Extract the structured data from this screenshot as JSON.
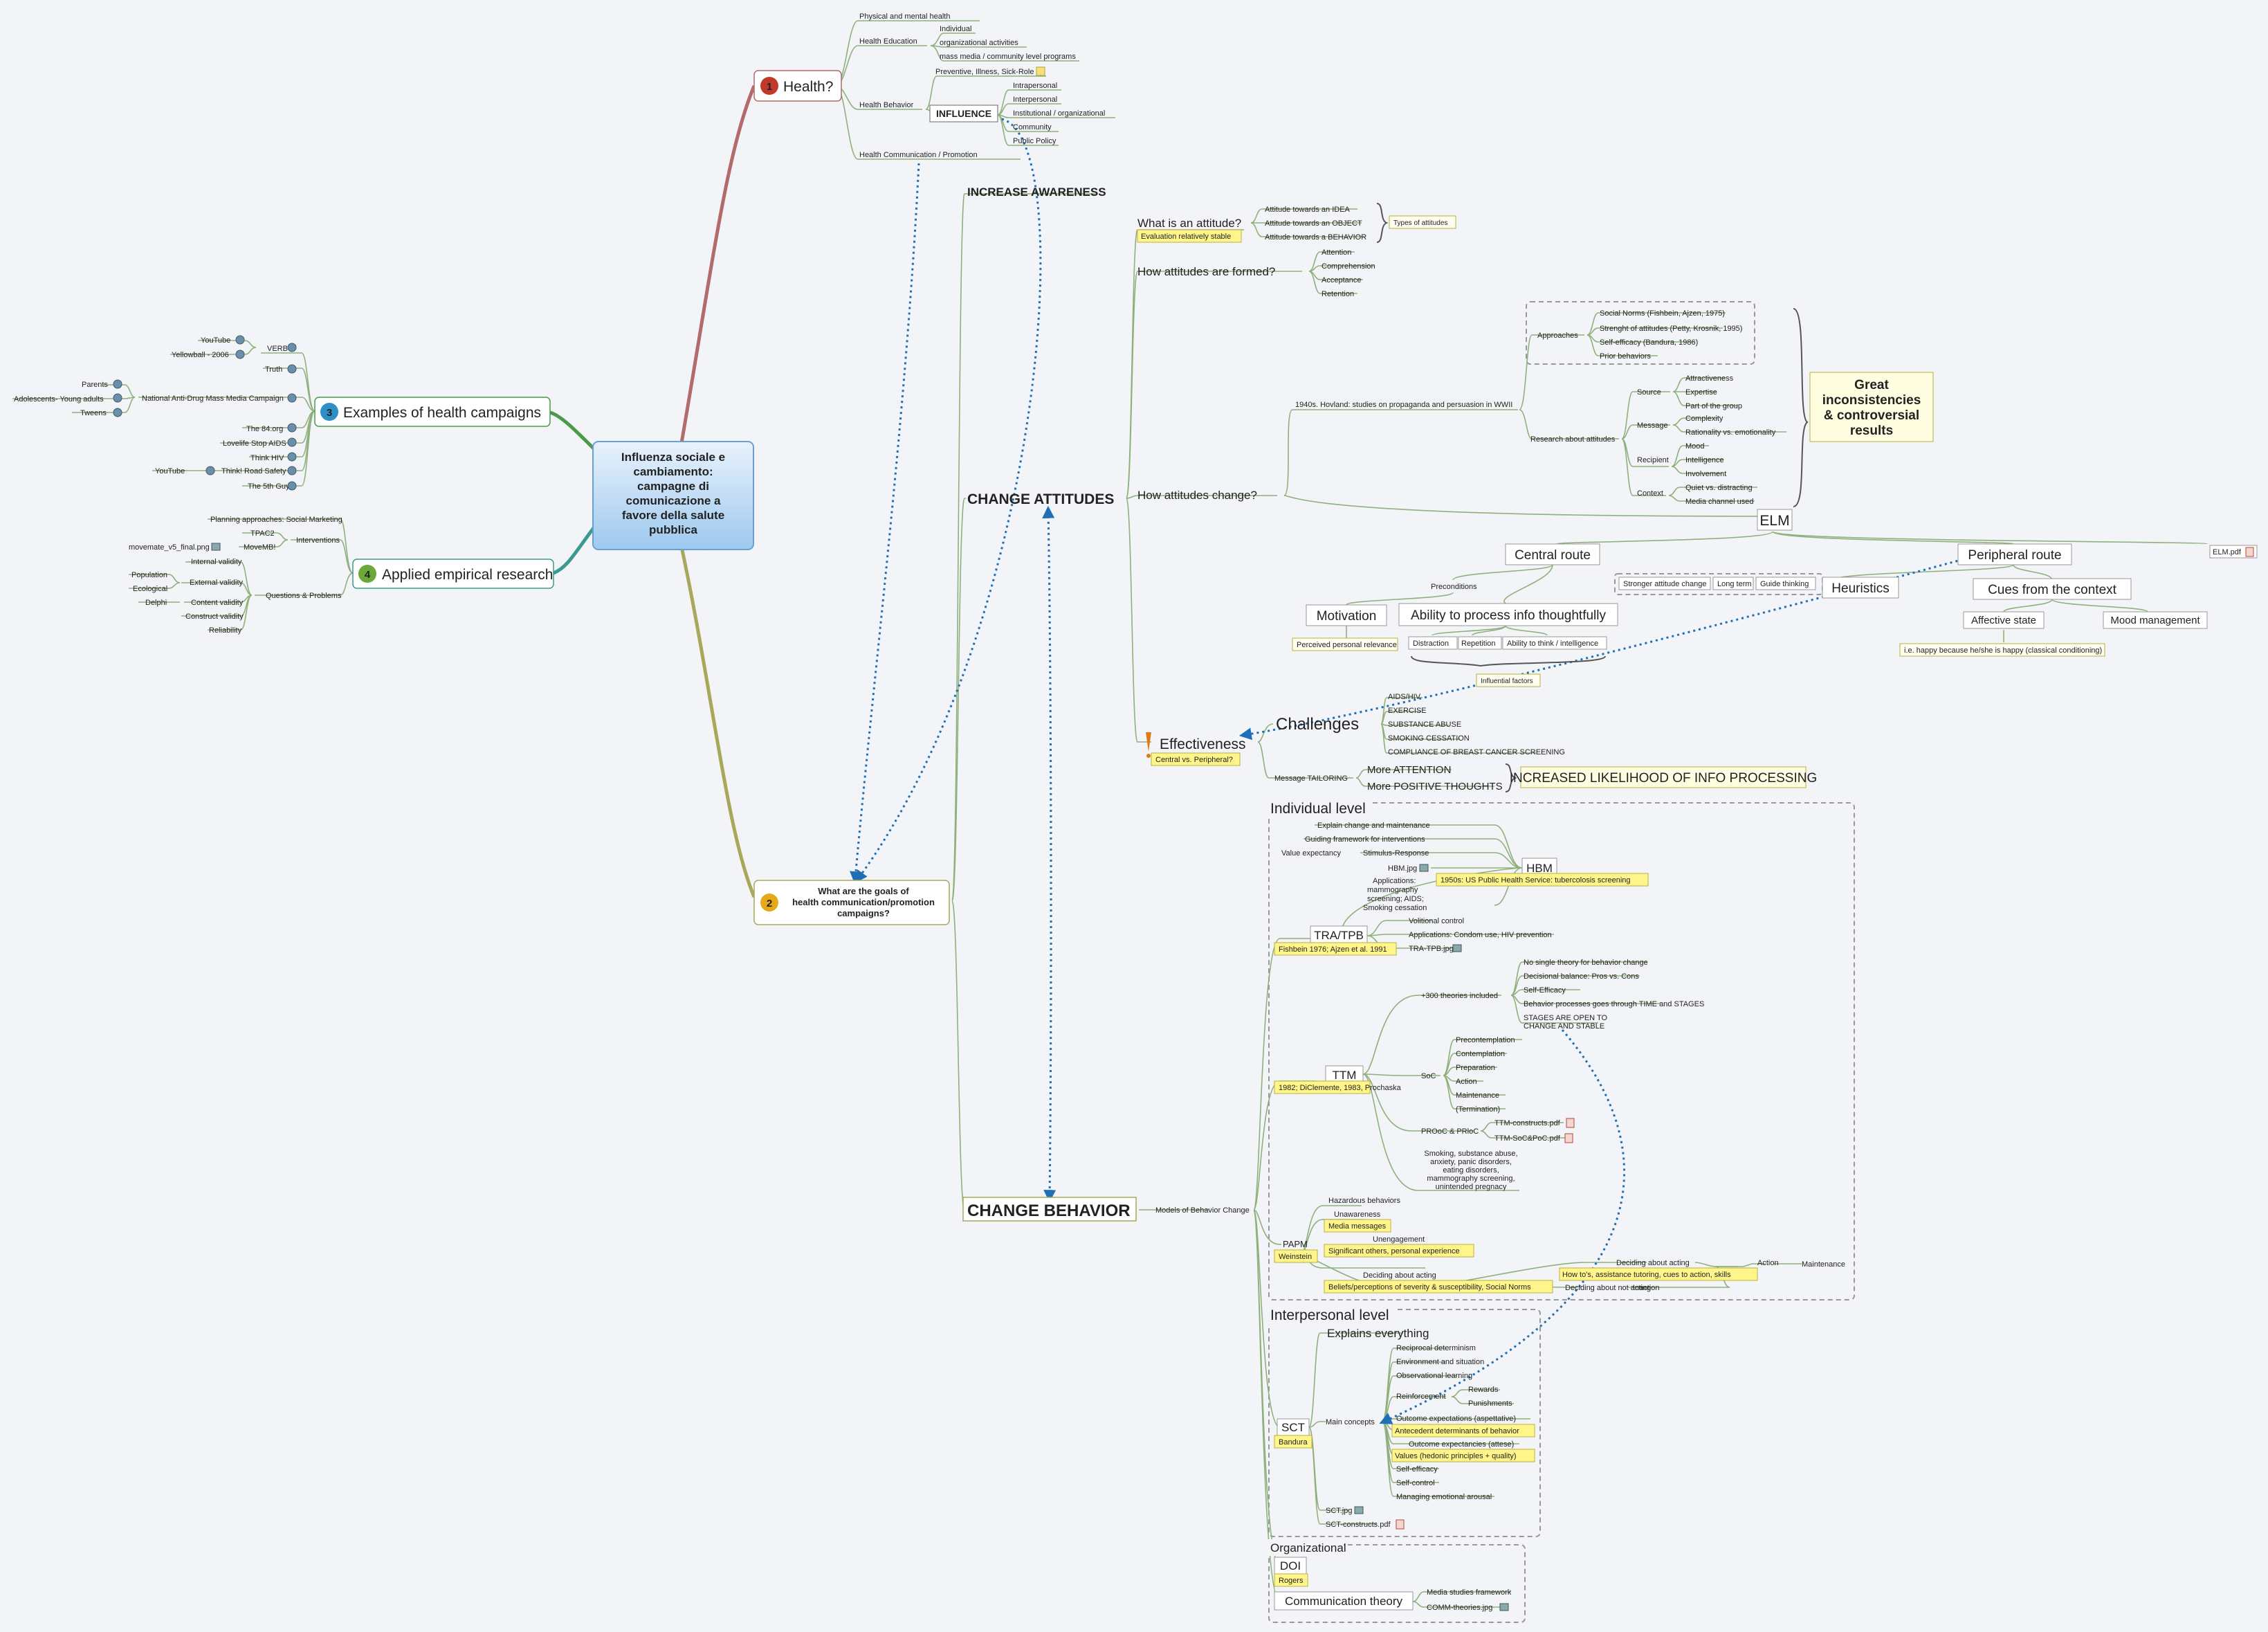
{
  "central": {
    "lines": [
      "Influenza sociale e",
      "cambiamento:",
      "campagne di",
      "comunicazione a",
      "favore della salute",
      "pubblica"
    ]
  },
  "health": {
    "badge": "1",
    "title": "Health?",
    "items": [
      "Physical and mental health",
      "Health Education",
      "Health Behavior",
      "Health Communication / Promotion"
    ],
    "education": [
      "Individual",
      "organizational activities",
      "mass media / community level programs"
    ],
    "behavior_note": "Preventive, Illness, Sick-Role",
    "influence": "INFLUENCE",
    "influence_items": [
      "Intrapersonal",
      "Interpersonal",
      "Institutional / organizational",
      "Community",
      "Public Policy"
    ]
  },
  "examples": {
    "badge": "3",
    "title": "Examples of health campaigns",
    "verb": "VERB",
    "verb_items": [
      "YouTube",
      "Yellowball - 2006"
    ],
    "truth": "Truth",
    "nadmc": "National Anti-Drug Mass Media Campaign",
    "nadmc_items": [
      "Parents",
      "Adolescents- Young adults",
      "Tweens"
    ],
    "others": [
      "The 84.org",
      "Lovelife Stop AIDS",
      "Think HIV",
      "Think! Road Safety",
      "The 5th Guy"
    ],
    "road_youtube": "YouTube"
  },
  "applied": {
    "badge": "4",
    "title": "Applied empirical research",
    "planning": "Planning approaches: Social Marketing",
    "interventions": "Interventions",
    "interventions_items": [
      "TPAC2",
      "MoveMB!"
    ],
    "movemate": "movemate_v5_final.png",
    "questions": "Questions & Problems",
    "q_items": [
      "Internal validity",
      "External validity",
      "Content validity",
      "Construct validity",
      "Reliability"
    ],
    "external_items": [
      "Population",
      "Ecological"
    ],
    "content_items": [
      "Delphi"
    ]
  },
  "goals": {
    "badge": "2",
    "lines": [
      "What are the goals of",
      "health communication/promotion",
      "campaigns?"
    ]
  },
  "awareness": "INCREASE AWARENESS",
  "attitudes": {
    "title": "CHANGE ATTITUDES",
    "what": "What is an attitude?",
    "what_note": "Evaluation relatively stable",
    "what_items": [
      "Attitude towards an IDEA",
      "Attitude towards an OBJECT",
      "Attitude towards a BEHAVIOR"
    ],
    "types": "Types of attitudes",
    "formed": "How attitudes are formed?",
    "formed_items": [
      "Attention",
      "Comprehension",
      "Acceptance",
      "Retention"
    ],
    "change": "How attitudes change?",
    "hovland": "1940s. Hovland: studies on propaganda and persuasion in WWII",
    "approaches": "Approaches",
    "approaches_items": [
      "Social Norms (Fishbein, Ajzen, 1975)",
      "Strenght of attitudes (Petty, Krosnik, 1995)",
      "Self-efficacy (Bandura, 1986)",
      "Prior behaviors"
    ],
    "research": "Research about attitudes",
    "source": "Source",
    "source_items": [
      "Attractiveness",
      "Expertise",
      "Part of the group"
    ],
    "message": "Message",
    "message_items": [
      "Complexity",
      "Rationality vs. emotionality"
    ],
    "recipient": "Recipient",
    "recipient_items": [
      "Mood",
      "Intelligence",
      "Involvement"
    ],
    "context": "Context",
    "context_items": [
      "Quiet vs. distracting",
      "Media channel used"
    ],
    "great": [
      "Great",
      "inconsistencies",
      "& controversial",
      "results"
    ]
  },
  "elm": {
    "title": "ELM",
    "central": "Central route",
    "peripheral": "Peripheral route",
    "pdf": "ELM.pdf",
    "preconditions": "Preconditions",
    "motivation": "Motivation",
    "relevance": "Perceived personal relevance",
    "ability": "Ability to process info thoughtfully",
    "ability_items": [
      "Distraction",
      "Repetition",
      "Ability to think / intelligence"
    ],
    "influential": "Influential factors",
    "outcomes": [
      "Stronger attitude change",
      "Long term",
      "Guide thinking"
    ],
    "heuristics": "Heuristics",
    "cues": "Cues from the context",
    "affective": "Affective state",
    "mood": "Mood management",
    "happy": "i.e. happy because he/she is happy (classical conditioning)"
  },
  "effectiveness": {
    "title": "Effectiveness",
    "note": "Central vs. Peripheral?",
    "challenges": "Challenges",
    "challenge_items": [
      "AIDS/HIV",
      "EXERCISE",
      "SUBSTANCE ABUSE",
      "SMOKING CESSATION",
      "COMPLIANCE OF BREAST CANCER SCREENING"
    ],
    "tailoring": "Message TAILORING",
    "tailoring_items": [
      "More ATTENTION",
      "More POSITIVE THOUGHTS"
    ],
    "increased": "INCREASED LIKELIHOOD OF INFO PROCESSING"
  },
  "behavior": {
    "title": "CHANGE BEHAVIOR",
    "models": "Models of Behavior Change"
  },
  "individual": {
    "label": "Individual level",
    "hbm": "HBM",
    "hbm_note": "1950s: US Public Health Service: tubercolosis screening",
    "hbm_items": [
      "Explain change and maintenance",
      "Guiding framework for interventions",
      "Value expectancy",
      "HBM.jpg"
    ],
    "stimulus": "Stimulus-Response",
    "hbm_apps": [
      "Applications:",
      "mammography",
      "screening; AIDS;",
      "Smoking cessation"
    ],
    "tra": "TRA/TPB",
    "tra_note": "Fishbein 1976; Ajzen et al. 1991",
    "tra_items": [
      "Volitional control",
      "Applications: Condom use, HIV prevention",
      "TRA-TPB.jpg"
    ],
    "ttm": "TTM",
    "ttm_note": "1982; DiClemente, 1983, Prochaska",
    "theories": "+300 theories included",
    "theories_items": [
      "No single theory for behavior change",
      "Decisional balance: Pros vs. Cons",
      "Self-Efficacy",
      "Behavior processes goes through TIME and STAGES"
    ],
    "stages_open": [
      "STAGES ARE OPEN TO",
      "CHANGE AND STABLE"
    ],
    "soc": "SoC",
    "soc_items": [
      "Precontemplation",
      "Contemplation",
      "Preparation",
      "Action",
      "Maintenance",
      "(Termination)"
    ],
    "proc": "PROoC & PRloC",
    "proc_items": [
      "TTM-constructs.pdf",
      "TTM-SoC&PoC.pdf"
    ],
    "ttm_apps": [
      "Smoking, substance abuse,",
      "anxiety, panic disorders,",
      "eating disorders,",
      "mammography screening,",
      "unintended pregnacy"
    ],
    "papm": "PAPM",
    "papm_note": "Weinstein",
    "papm_items": [
      "Hazardous behaviors",
      "Unawareness",
      "Unengagement",
      "Deciding about acting"
    ],
    "media_messages": "Media messages",
    "significant": "Significant others, personal experience",
    "beliefs": "Beliefs/perceptions of severity & susceptibility, Social Norms",
    "deciding_acting": "Deciding about acting",
    "deciding_not": "Deciding about not acting",
    "howto": "How to's, assistance tutoring, cues to action, skills",
    "action": "Action",
    "maintenance": "Maintenance",
    "inaction": "Inaction"
  },
  "interpersonal": {
    "label": "Interpersonal level",
    "explains": "Explains everything",
    "sct": "SCT",
    "sct_note": "Bandura",
    "main_concepts": "Main concepts",
    "concepts": [
      "Reciprocal determinism",
      "Environment and situation",
      "Observational learning",
      "Reinforcement",
      "Outcome expectations (aspettative)",
      "Antecedent determinants of behavior",
      "Outcome expectancies (attese)",
      "Values (hedonic principles + quality)",
      "Self-efficacy",
      "Self-control",
      "Managing emotional arousal"
    ],
    "reinforcement_items": [
      "Rewards",
      "Punishments"
    ],
    "files": [
      "SCT.jpg",
      "SCT-constructs.pdf"
    ]
  },
  "organizational": {
    "label": "Organizational",
    "doi": "DOI",
    "doi_note": "Rogers",
    "comm": "Communication theory",
    "comm_items": [
      "Media studies framework",
      "COMM-theories.jpg"
    ]
  }
}
